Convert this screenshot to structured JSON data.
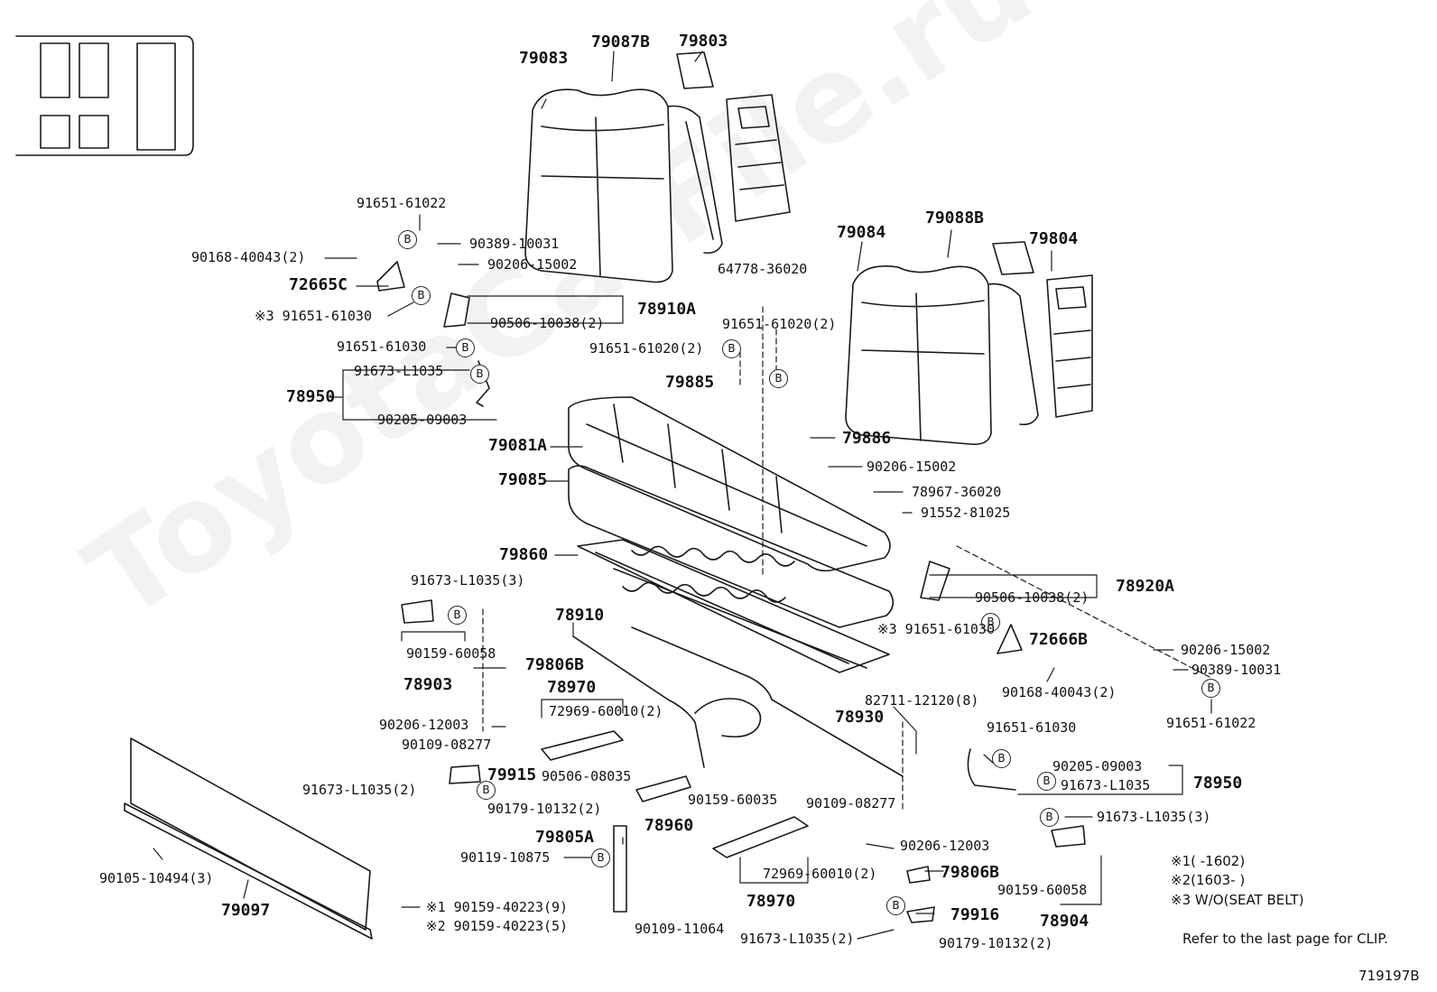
{
  "diagram": {
    "watermark": "ToyotaCarFile.ru",
    "figure_id": "719197B",
    "refer_note": "Refer to the last page for CLIP.",
    "legend": [
      {
        "mark": "※1",
        "text": "(      -1602)"
      },
      {
        "mark": "※2",
        "text": "(1603-      )"
      },
      {
        "mark": "※3",
        "text": "W/O(SEAT BELT)"
      }
    ],
    "bolt_mark": "B",
    "labels": {
      "p79083": "79083",
      "p79087B": "79087B",
      "p79803": "79803",
      "p79084": "79084",
      "p79088B": "79088B",
      "p79804": "79804",
      "p91651_61022_a": "91651-61022",
      "p90168_40043_a": "90168-40043(2)",
      "p90389_10031_a": "90389-10031",
      "p90206_15002_a": "90206-15002",
      "p72665C": "72665C",
      "p91651_61030_a": "※3 91651-61030",
      "p90506_10038_a": "90506-10038(2)",
      "p78910A": "78910A",
      "p64778_36020": "64778-36020",
      "p91651_61020_b": "91651-61020(2)",
      "p91651_61030_b": "91651-61030",
      "p91651_61020_c": "91651-61020(2)",
      "p91673_L1035_a": "91673-L1035",
      "p78950_a": "78950",
      "p90205_09003_a": "90205-09003",
      "p79885": "79885",
      "p79886": "79886",
      "p79081A": "79081A",
      "p79085": "79085",
      "p90206_15002_b": "90206-15002",
      "p78967_36020": "78967-36020",
      "p91552_81025": "91552-81025",
      "p79860": "79860",
      "p91673_L1035_3a": "91673-L1035(3)",
      "p78920A": "78920A",
      "p90506_10038_b": "90506-10038(2)",
      "p91651_61030_c": "※3 91651-61030",
      "p72666B": "72666B",
      "p90206_15002_c": "90206-15002",
      "p90389_10031_b": "90389-10031",
      "p91651_61022_b": "91651-61022",
      "p90168_40043_b": "90168-40043(2)",
      "p78910": "78910",
      "p90159_60058_a": "90159-60058",
      "p78903": "78903",
      "p79806B_a": "79806B",
      "p78970_a": "78970",
      "p72969_60010_a": "72969-60010(2)",
      "p82711_12120": "82711-12120(8)",
      "p78930": "78930",
      "p91651_61030_d": "91651-61030",
      "p90206_12003_a": "90206-12003",
      "p90109_08277_a": "90109-08277",
      "p79915": "79915",
      "p90506_08035": "90506-08035",
      "p91673_L1035_2a": "91673-L1035(2)",
      "p90179_10132_a": "90179-10132(2)",
      "p90159_60035": "90159-60035",
      "p90109_08277_b": "90109-08277",
      "p78960": "78960",
      "p90205_09003_b": "90205-09003",
      "p91673_L1035_b": "91673-L1035",
      "p78950_b": "78950",
      "p91673_L1035_3b": "91673-L1035(3)",
      "p79805A": "79805A",
      "p90119_10875": "90119-10875",
      "p90206_12003_b": "90206-12003",
      "p72969_60010_b": "72969-60010(2)",
      "p79806B_b": "79806B",
      "p90109_11064": "90109-11064",
      "p78970_b": "78970",
      "p90159_60058_b": "90159-60058",
      "p78904": "78904",
      "p90105_10494": "90105-10494(3)",
      "p79097": "79097",
      "p90159_40223_9": "※1 90159-40223(9)",
      "p90159_40223_5": "※2 90159-40223(5)",
      "p79916": "79916",
      "p91673_L1035_2b": "91673-L1035(2)",
      "p90179_10132_b": "90179-10132(2)"
    }
  }
}
